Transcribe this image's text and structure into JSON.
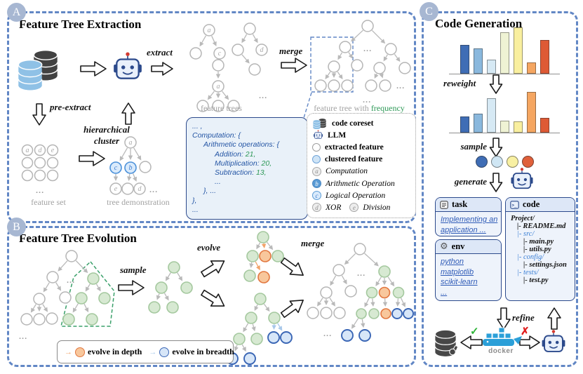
{
  "shared": {
    "letters": {
      "a": "a",
      "b": "b",
      "c": "c",
      "d": "d",
      "e": "e"
    },
    "ellipsis": "...",
    "colors": {
      "panel_border": "#6287c5",
      "badge": "#a7b7d2",
      "green_node": "#d7e9d2",
      "orange_node": "#f8c79c",
      "blue_node": "#d7e6f8",
      "clustered_blue": "#d9eafb",
      "accent_navy": "#2c4a8c",
      "frequency_green": "#2e9957",
      "code_text_blue": "#2455a4",
      "docker_blue": "#2b9fd8"
    }
  },
  "panelA": {
    "badge": "A",
    "title": "Feature Tree Extraction",
    "labels": {
      "pre_extract": "pre-extract",
      "extract": "extract",
      "merge": "merge",
      "hier": "hierarchical cluster"
    },
    "captions": {
      "feature_trees": "feature trees",
      "feature_set": "feature set",
      "tree_demo": "tree demonstration",
      "merged_prefix": "feature tree with ",
      "merged_highlight": "frequency"
    },
    "code_block": {
      "lines": [
        {
          "ind": 0,
          "b": "... ,"
        },
        {
          "ind": 0,
          "b": "Computation: {"
        },
        {
          "ind": 1,
          "b": "Arithmetic operations: {"
        },
        {
          "ind": 2,
          "b": "Addition: ",
          "g": "21,"
        },
        {
          "ind": 2,
          "b": "Multiplication: ",
          "g": "20,"
        },
        {
          "ind": 2,
          "b": "Subtraction: ",
          "g": "13,"
        },
        {
          "ind": 2,
          "b": "..."
        },
        {
          "ind": 1,
          "b": "}, ..."
        },
        {
          "ind": 0,
          "b": "},"
        },
        {
          "ind": 0,
          "b": "..."
        }
      ]
    },
    "legend": {
      "items": [
        {
          "icon": "database-pair",
          "label": "code coreset"
        },
        {
          "icon": "robot",
          "label": "LLM"
        },
        {
          "icon": "extracted-node",
          "label": "extracted feature"
        },
        {
          "icon": "clustered-node",
          "label": "clustered feature"
        },
        {
          "icon": "letter-a",
          "label": "Computation"
        },
        {
          "icon": "letter-b",
          "label": "Arithmetic Operation"
        },
        {
          "icon": "letter-c",
          "label": "Logical Operation"
        },
        {
          "icon": "letter-d",
          "label": "XOR",
          "icon2": "letter-e",
          "label2": "Division"
        }
      ]
    }
  },
  "panelB": {
    "badge": "B",
    "title": "Feature Tree Evolution",
    "labels": {
      "sample": "sample",
      "evolve": "evolve",
      "merge": "merge"
    },
    "legend": [
      {
        "label": "evolve in depth",
        "arrow_color": "#f2a36a",
        "fill": "#f8c79c",
        "border": "#e2773f"
      },
      {
        "label": "evolve in breadth",
        "arrow_color": "#a8c8ea",
        "fill": "#d7e6f8",
        "border": "#3a66b5"
      }
    ]
  },
  "panelC": {
    "badge": "C",
    "title": "Code Generation",
    "labels": {
      "reweight": "reweight",
      "sample": "sample",
      "generate": "generate",
      "refine": "refine"
    },
    "task_card": {
      "header": "task",
      "lines": [
        "Implementing an",
        "application ..."
      ]
    },
    "env_card": {
      "header": "env",
      "lines": [
        "python",
        "matplotlib",
        "scikit-learn",
        "..."
      ]
    },
    "code_card": {
      "header": "code",
      "icon_glyph": "&gt;_",
      "tree": [
        {
          "text": "Project/",
          "type": "root",
          "ind": 0
        },
        {
          "text": "|- README.md",
          "type": "file",
          "ind": 1
        },
        {
          "text": "|- src/",
          "type": "folder",
          "ind": 1
        },
        {
          "text": "|- main.py",
          "type": "file",
          "ind": 2
        },
        {
          "text": "|- utils.py",
          "type": "file",
          "ind": 2
        },
        {
          "text": "|- config/",
          "type": "folder",
          "ind": 1
        },
        {
          "text": "|- settings.json",
          "type": "file",
          "ind": 2
        },
        {
          "text": "|- tests/",
          "type": "folder",
          "ind": 1
        },
        {
          "text": "|- test.py",
          "type": "file",
          "ind": 2
        }
      ]
    },
    "docker_label": "docker",
    "pass_mark": "✓",
    "fail_mark": "✗",
    "sample_dots_colors": [
      "#3f6db5",
      "#cfe6f4",
      "#f8f0a2",
      "#e0603a"
    ]
  },
  "chart_data": [
    {
      "type": "bar",
      "id": "distribution-before-reweight",
      "values": [
        0.62,
        0.55,
        0.3,
        0.89,
        1.0,
        0.25,
        0.72
      ],
      "colors": [
        "#3f6db5",
        "#8ab8dd",
        "#d6e9f4",
        "#eff3d4",
        "#f9ef9f",
        "#f5a661",
        "#de5a35"
      ],
      "ylim": [
        0,
        1
      ],
      "axes_labeled": false,
      "gridlines": false
    },
    {
      "type": "bar",
      "id": "distribution-after-reweight",
      "values": [
        0.39,
        0.46,
        0.84,
        0.3,
        0.28,
        1.0,
        0.37
      ],
      "colors": [
        "#3f6db5",
        "#8ab8dd",
        "#d6e9f4",
        "#eff3d4",
        "#f9ef9f",
        "#f5a661",
        "#de5a35"
      ],
      "ylim": [
        0,
        1
      ],
      "axes_labeled": false,
      "gridlines": false
    }
  ]
}
